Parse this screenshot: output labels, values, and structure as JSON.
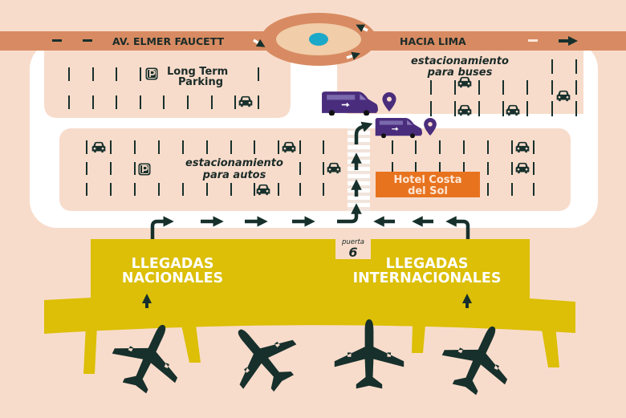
{
  "colors": {
    "background": "#f8dccb",
    "main_road": "#d88b62",
    "inner_road": "#ffffff",
    "terminal": "#dcbf06",
    "ink": "#17302c",
    "hotel": "#e8731f",
    "shuttle": "#4a2c7c",
    "roundabout_center": "#1ca8c9"
  },
  "roads": {
    "main_road_name": "AV. ELMER FAUCETT",
    "direction_label": "HACIA LIMA"
  },
  "parking": {
    "long_term_line1": "Long Term",
    "long_term_line2": "Parking",
    "buses_line1": "estacionamiento",
    "buses_line2": "para buses",
    "cars_line1": "estacionamiento",
    "cars_line2": "para autos",
    "parking_symbol": "P"
  },
  "hotel": {
    "line1": "Hotel Costa",
    "line2": "del Sol"
  },
  "gate": {
    "label": "puerta",
    "number": "6"
  },
  "terminal": {
    "domestic_line1": "LLEGADAS",
    "domestic_line2": "NACIONALES",
    "international_line1": "LLEGADAS",
    "international_line2": "INTERNACIONALES"
  },
  "icons": [
    "car-icon",
    "parking-icon",
    "shuttle-van-icon",
    "location-pin-icon",
    "airplane-icon",
    "arrow-icon"
  ]
}
